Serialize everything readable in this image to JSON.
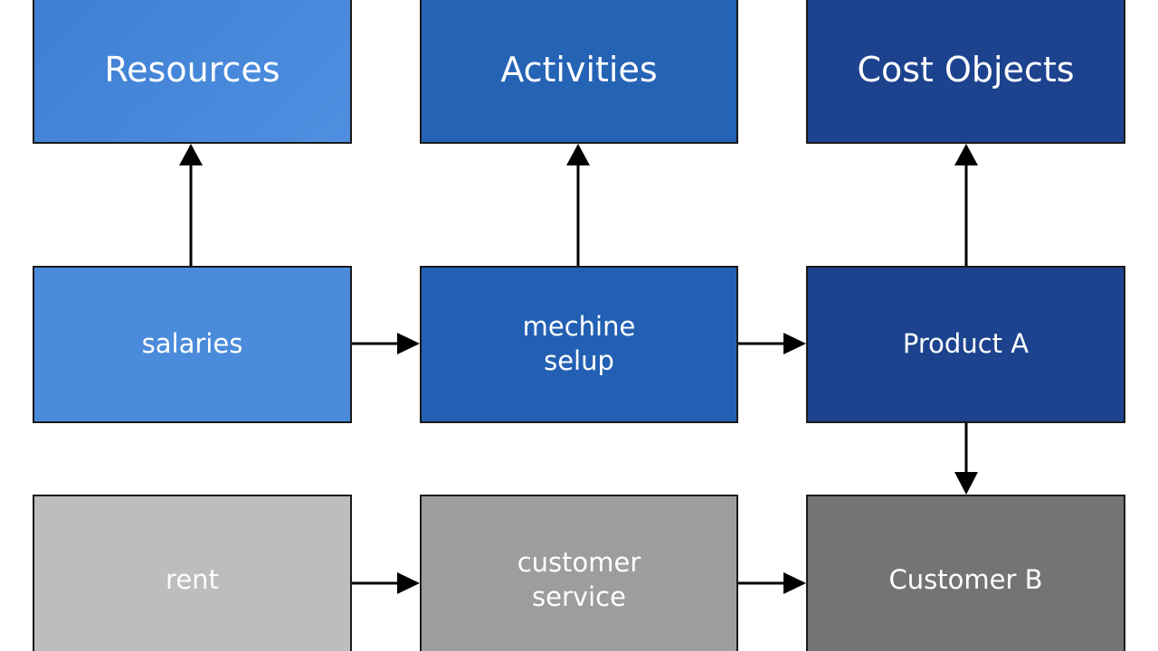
{
  "headers": {
    "resources": "Resources",
    "activities": "Activities",
    "cost_objects": "Cost Objects"
  },
  "rows": {
    "resource_1": "salaries",
    "activity_1": "mechine\nselup",
    "cost_object_1": "Product A",
    "resource_2": "rent",
    "activity_2": "customer\nservice",
    "cost_object_2": "Customer B"
  },
  "colors": {
    "resources_blue": "#4a8bdb",
    "activities_blue": "#2360b3",
    "cost_objects_blue": "#1d438f",
    "rent_gray": "#bdbdbd",
    "service_gray": "#9d9d9d",
    "customer_gray": "#747474",
    "arrow": "#000000"
  }
}
